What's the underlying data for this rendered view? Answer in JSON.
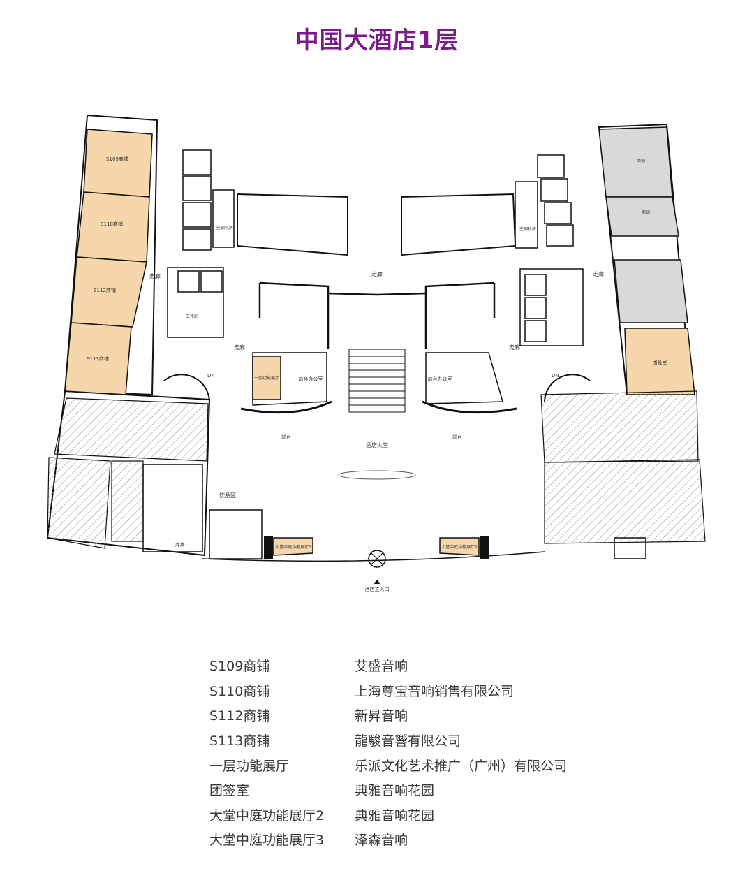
{
  "title": "中国大酒店1层",
  "colors": {
    "title": "#7b1a8a",
    "shop": "#f6d7ac",
    "grey_shop": "#d9d9d9",
    "wall": "#111111"
  },
  "plan_labels": {
    "s109": "S109商铺",
    "s110": "S110商铺",
    "s112": "S112商铺",
    "s113": "S113商铺",
    "corridor": "走廊",
    "front_office": "前台办公室",
    "front_desk": "前台",
    "lobby": "酒店大堂",
    "drinks": "饮品区",
    "first_hall": "一层功能展厅",
    "atrium2": "大堂中庭功能展厅2",
    "atrium3": "大堂中庭功能展厅3",
    "group_room": "团签室",
    "entrance": "酒店主入口",
    "aircon": "空调机房",
    "work_room": "工作间",
    "storage": "库房",
    "dn": "DN",
    "shop": "商铺"
  },
  "legend": [
    {
      "code": "S109商铺",
      "tenant": "艾盛音响"
    },
    {
      "code": "S110商铺",
      "tenant": "上海尊宝音响销售有限公司"
    },
    {
      "code": "S112商铺",
      "tenant": "新昇音响"
    },
    {
      "code": "S113商铺",
      "tenant": "龍駿音響有限公司"
    },
    {
      "code": "一层功能展厅",
      "tenant": "乐派文化艺术推广（广州）有限公司"
    },
    {
      "code": "团签室",
      "tenant": "典雅音响花园"
    },
    {
      "code": "大堂中庭功能展厅2",
      "tenant": "典雅音响花园"
    },
    {
      "code": "大堂中庭功能展厅3",
      "tenant": "泽森音响"
    }
  ]
}
